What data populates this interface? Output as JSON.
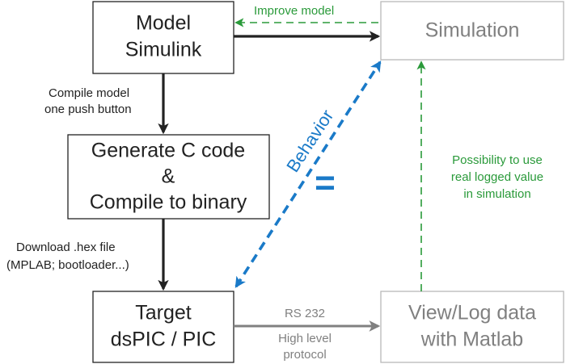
{
  "colors": {
    "black": "#222222",
    "gray": "#808080",
    "box_border_gray": "#b8b8b8",
    "green": "#2a9a3a",
    "blue": "#1a7ac8"
  },
  "boxes": {
    "model": {
      "line1": "Model",
      "line2": "Simulink"
    },
    "simulation": {
      "line1": "Simulation"
    },
    "generate": {
      "line1": "Generate C code",
      "line2": "&",
      "line3": "Compile to binary"
    },
    "target": {
      "line1": "Target",
      "line2": "dsPIC / PIC"
    },
    "view": {
      "line1": "View/Log data",
      "line2": "with Matlab"
    }
  },
  "labels": {
    "improve_model": "Improve model",
    "compile_model_1": "Compile model",
    "compile_model_2": "one push button",
    "download_1": "Download .hex file",
    "download_2": "(MPLAB; bootloader...)",
    "behavior": "Behavior",
    "equals": "=",
    "possibility_1": "Possibility to use",
    "possibility_2": "real logged value",
    "possibility_3": "in simulation",
    "rs232": "RS 232",
    "high_level_1": "High level",
    "high_level_2": "protocol"
  }
}
